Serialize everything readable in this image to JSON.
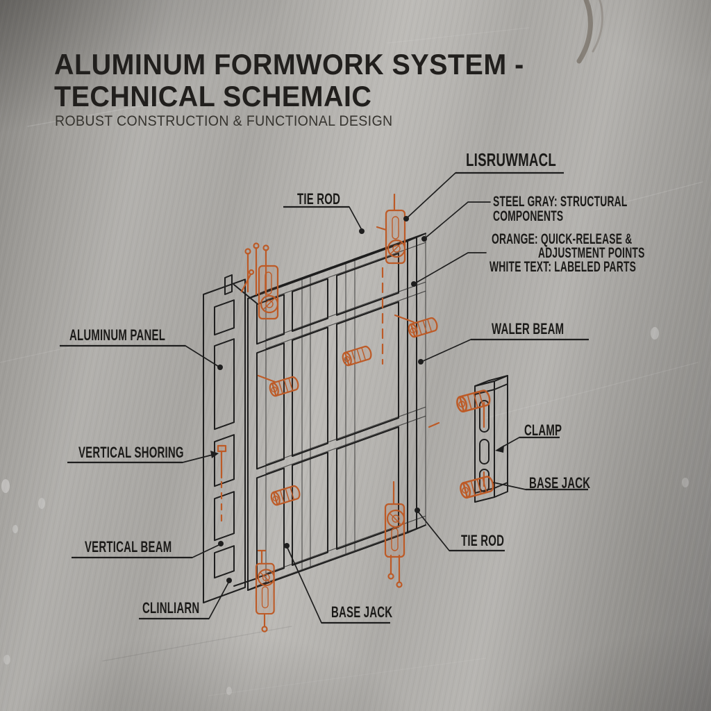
{
  "title": {
    "line1": "ALUMINUM FORMWORK SYSTEM -",
    "line2": "TECHNICAL SCHEMAIC",
    "subtitle": "ROBUST CONSTRUCTION & FUNCTIONAL DESIGN"
  },
  "labels": {
    "tie_rod_top": "TIE ROD",
    "lisruwmacl": "LISRUWMACL",
    "aluminum_panel": "ALUMINUM PANEL",
    "vertical_shoring": "VERTICAL SHORING",
    "vertical_beam": "VERTICAL BEAM",
    "clinliarn": "CLINLIARN",
    "base_jack_bottom": "BASE JACK",
    "tie_rod_bottom": "TIE ROD",
    "waler_beam": "WALER BEAM",
    "clamp": "CLAMP",
    "base_jack_right": "BASE JACK"
  },
  "legend": {
    "steel_gray_line1": "STEEL GRAY: STRUCTURAL",
    "steel_gray_line2": "COMPONENTS",
    "orange_line1": "ORANGE: QUICK-RELEASE &",
    "orange_line2": "ADJUSTMENT POINTS",
    "white_text_line": "WHITE TEXT: LABELED PARTS"
  },
  "colors": {
    "orange": "#bd5a26",
    "line": "#1e1e1e",
    "text": "#1b1a18",
    "title": "#211f1d",
    "subtitle": "#36342f"
  }
}
